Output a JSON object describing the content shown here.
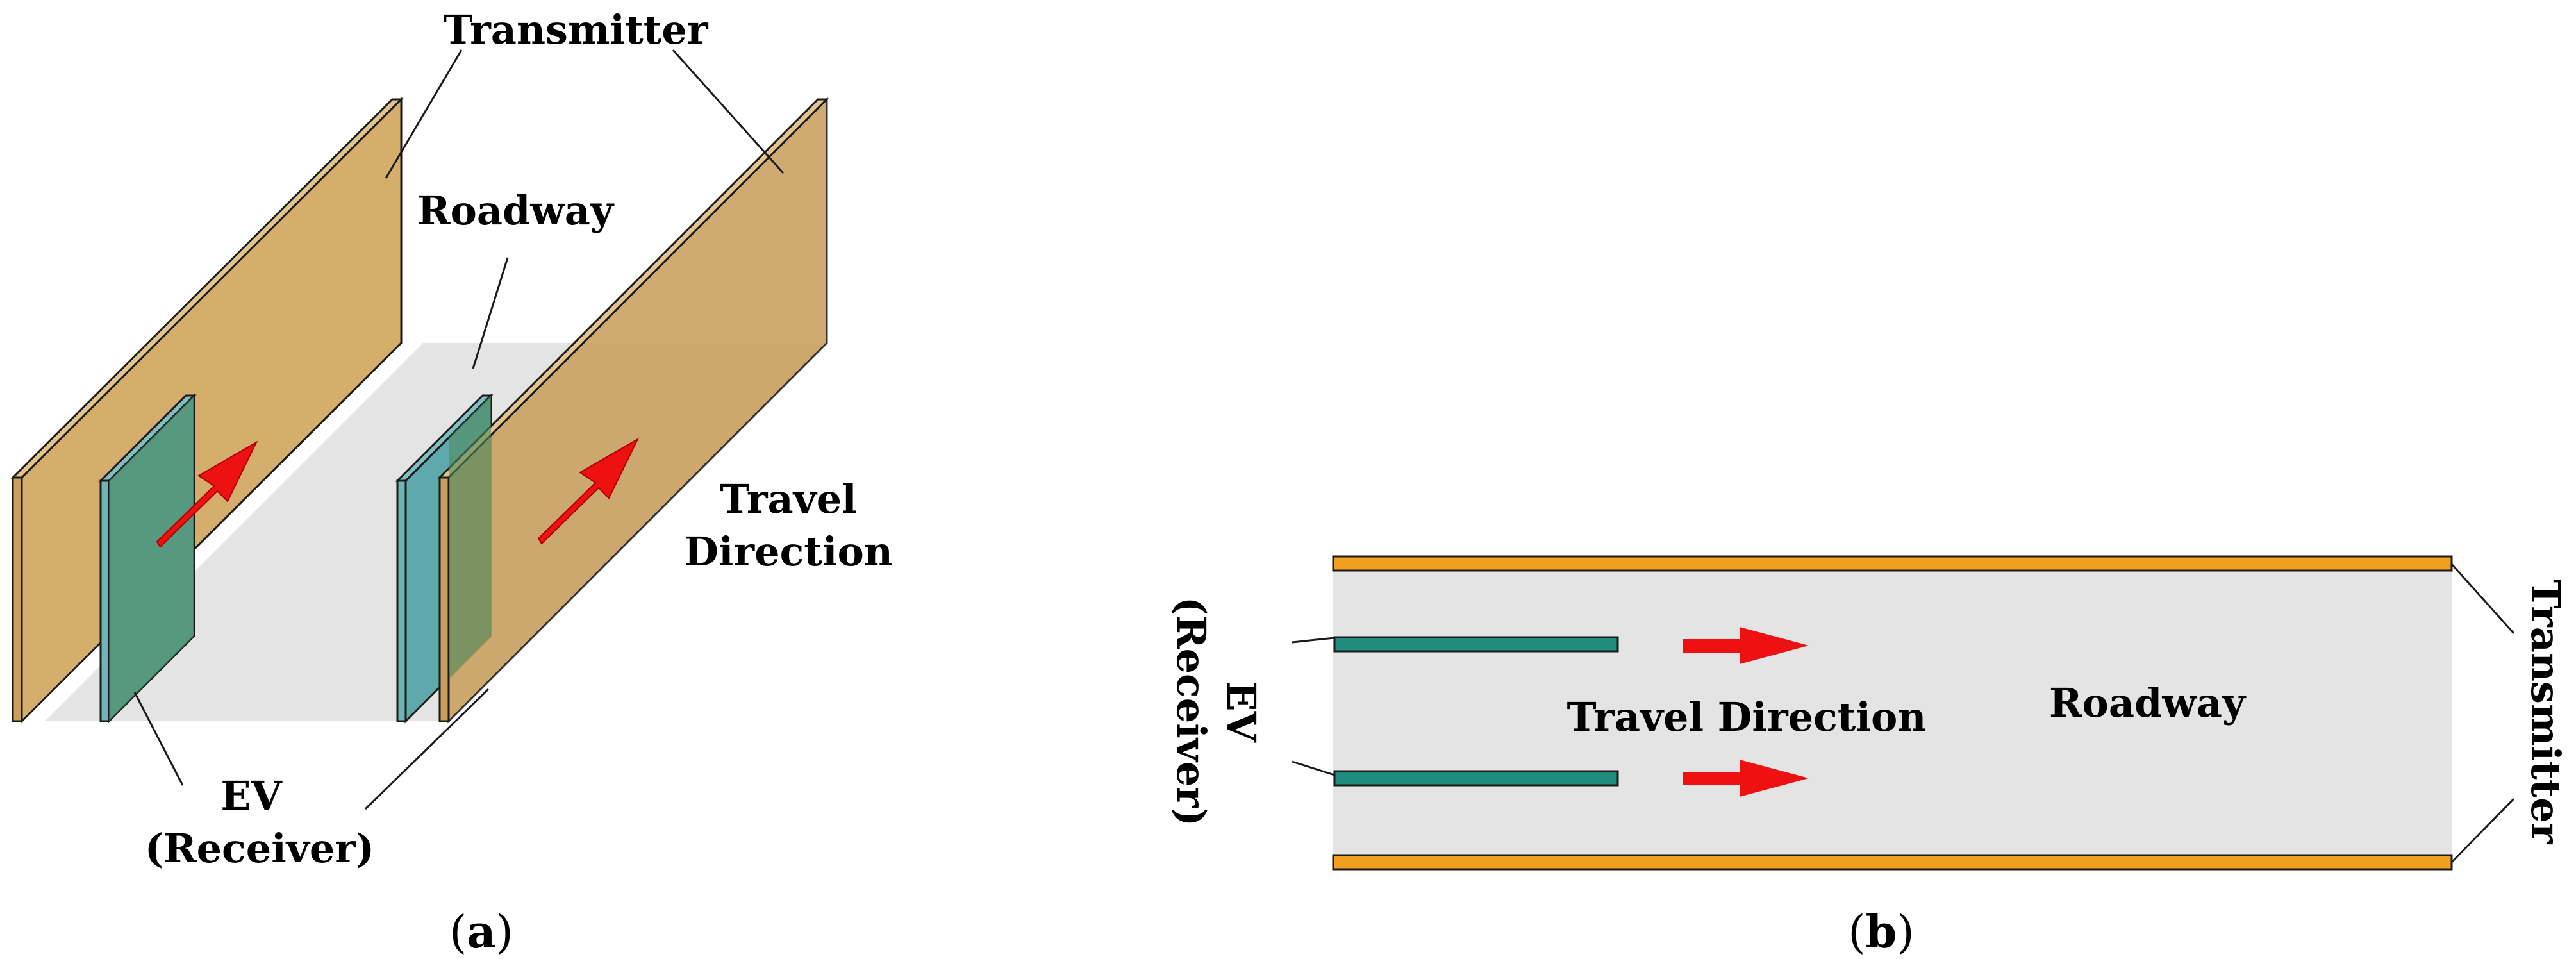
{
  "figure": {
    "colors": {
      "transmitter_panel": "#d6ae6c",
      "transmitter_strip": "#f0a01e",
      "receiver_panel": "#5fa9ac",
      "receiver_overlap": "#5a8f6a",
      "receiver_strip": "#1f8c7c",
      "roadway": "#e4e4e4",
      "arrow": "#ee1111",
      "outline": "#1a1a1a"
    },
    "panel_a": {
      "caption_open": "(",
      "caption_letter": "a",
      "caption_close": ")",
      "labels": {
        "transmitter": "Transmitter",
        "roadway": "Roadway",
        "travel_direction_line1": "Travel",
        "travel_direction_line2": "Direction",
        "ev_line1": "EV",
        "ev_line2": "(Receiver)"
      },
      "icons": [
        "arrow-icon",
        "arrow-icon"
      ]
    },
    "panel_b": {
      "caption_open": "(",
      "caption_letter": "b",
      "caption_close": ")",
      "labels": {
        "ev_line1": "EV",
        "ev_line2": "(Receiver)",
        "travel_direction": "Travel Direction",
        "roadway": "Roadway",
        "transmitter": "Transmitter"
      },
      "icons": [
        "arrow-icon",
        "arrow-icon"
      ]
    }
  }
}
